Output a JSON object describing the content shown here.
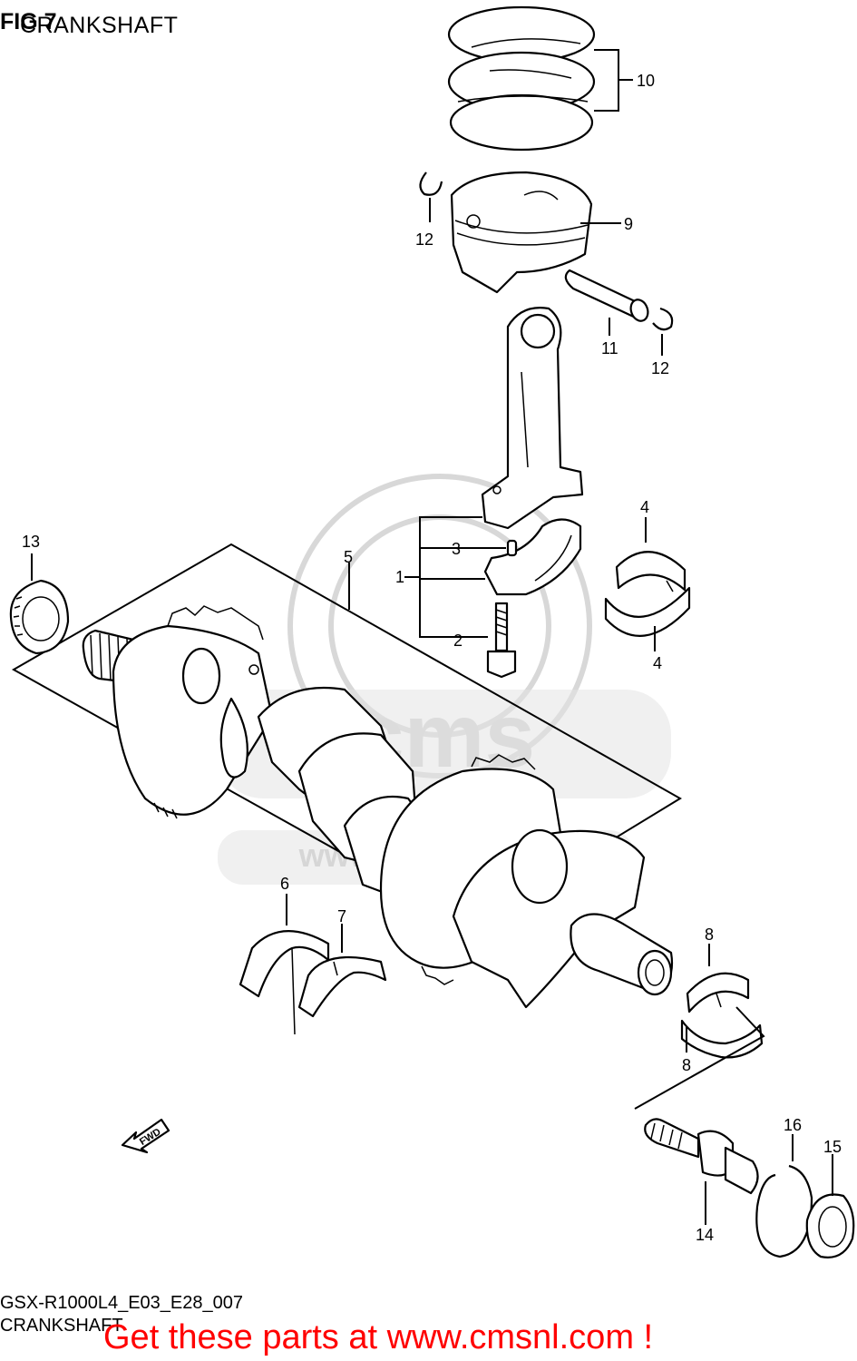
{
  "header": {
    "figure": "FIG 7",
    "subtitle": "CRANKSHAFT"
  },
  "footer": {
    "diagram_code": "GSX-R1000L4_E03_E28_007",
    "title": "CRANKSHAFT",
    "promo": "Get these parts at www.cmsnl.com !"
  },
  "watermark": {
    "brand": "cms",
    "url": "www.cmsnl.com"
  },
  "direction_arrow": {
    "label": "FWD"
  },
  "callouts": [
    {
      "id": "1",
      "part": "connecting-rod-set"
    },
    {
      "id": "2",
      "part": "conrod-bolt"
    },
    {
      "id": "3",
      "part": "dowel-pin"
    },
    {
      "id": "4",
      "part": "conrod-bearing"
    },
    {
      "id": "5",
      "part": "crankshaft"
    },
    {
      "id": "6",
      "part": "thrust-bearing"
    },
    {
      "id": "7",
      "part": "thrust-bearing"
    },
    {
      "id": "8",
      "part": "crankshaft-journal-bearing"
    },
    {
      "id": "9",
      "part": "piston"
    },
    {
      "id": "10",
      "part": "piston-ring-set"
    },
    {
      "id": "11",
      "part": "piston-pin"
    },
    {
      "id": "12",
      "part": "circlip"
    },
    {
      "id": "13",
      "part": "primary-drive-gear"
    },
    {
      "id": "14",
      "part": "bolt"
    },
    {
      "id": "15",
      "part": "oil-seal"
    },
    {
      "id": "16",
      "part": "circlip"
    }
  ]
}
